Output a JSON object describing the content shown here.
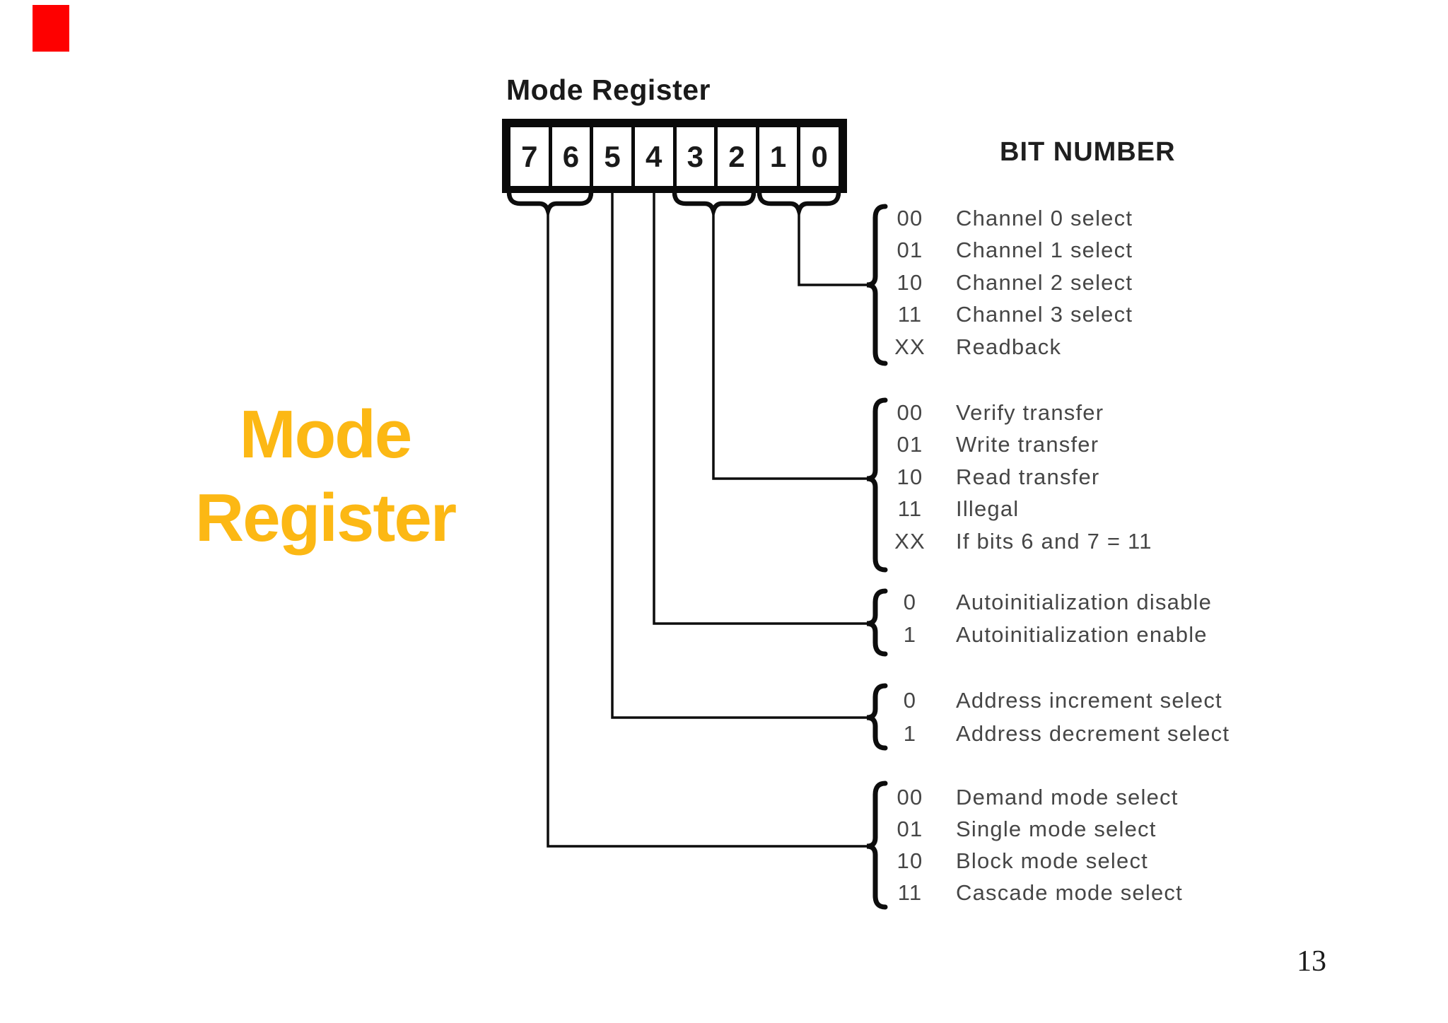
{
  "colors": {
    "red_bar": "#fe0000",
    "title_yellow": "#fcb814"
  },
  "slide_title": {
    "line1": "Mode",
    "line2": "Register"
  },
  "diagram": {
    "register_label": "Mode Register",
    "bit_number_label": "BIT NUMBER",
    "bits": [
      "7",
      "6",
      "5",
      "4",
      "3",
      "2",
      "1",
      "0"
    ],
    "groups": [
      {
        "id": "channel-select",
        "rows": [
          [
            "00",
            "Channel 0 select"
          ],
          [
            "01",
            "Channel 1 select"
          ],
          [
            "10",
            "Channel 2 select"
          ],
          [
            "11",
            "Channel 3 select"
          ],
          [
            "XX",
            "Readback"
          ]
        ]
      },
      {
        "id": "transfer-type",
        "rows": [
          [
            "00",
            "Verify transfer"
          ],
          [
            "01",
            "Write transfer"
          ],
          [
            "10",
            "Read transfer"
          ],
          [
            "11",
            "Illegal"
          ],
          [
            "XX",
            "If bits 6 and 7 = 11"
          ]
        ]
      },
      {
        "id": "autoinitialization",
        "rows": [
          [
            "0",
            "Autoinitialization disable"
          ],
          [
            "1",
            "Autoinitialization enable"
          ]
        ]
      },
      {
        "id": "address-direction",
        "rows": [
          [
            "0",
            "Address increment select"
          ],
          [
            "1",
            "Address decrement select"
          ]
        ]
      },
      {
        "id": "mode-select",
        "rows": [
          [
            "00",
            "Demand mode select"
          ],
          [
            "01",
            "Single mode select"
          ],
          [
            "10",
            "Block mode select"
          ],
          [
            "11",
            "Cascade mode select"
          ]
        ]
      }
    ]
  },
  "page_number": "13"
}
